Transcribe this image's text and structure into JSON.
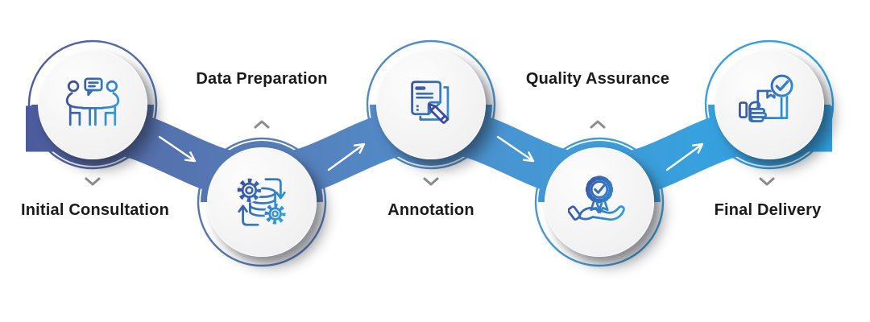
{
  "diagram": {
    "type": "process-flow-timeline",
    "background": "#ffffff",
    "steps": [
      {
        "label": "Initial Consultation",
        "icon": "consultation-people-icon",
        "node_position": "top"
      },
      {
        "label": "Data Preparation",
        "icon": "gears-database-icon",
        "node_position": "bottom"
      },
      {
        "label": "Annotation",
        "icon": "document-pencil-icon",
        "node_position": "top"
      },
      {
        "label": "Quality Assurance",
        "icon": "award-badge-hand-icon",
        "node_position": "bottom"
      },
      {
        "label": "Final Delivery",
        "icon": "package-check-hand-icon",
        "node_position": "top"
      }
    ],
    "colors": {
      "ribbon_gradient_start": "#4c5a9b",
      "ribbon_gradient_end": "#2ea3e5",
      "icon_gradient_start": "#3b4a9c",
      "icon_gradient_end": "#2ba4e8",
      "node_fill": "#f3f3f4",
      "label_text": "#1a1a1a",
      "chevron": "#8c8c8c",
      "connector_arrow": "#ffffff"
    }
  }
}
